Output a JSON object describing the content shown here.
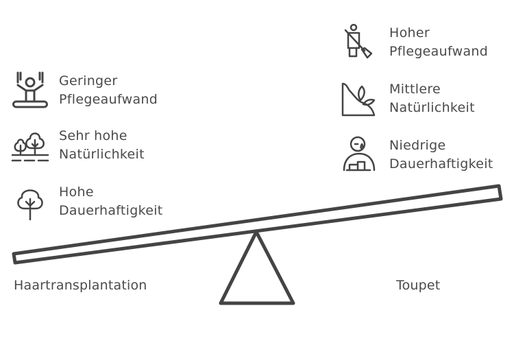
{
  "left": {
    "title": "Haartransplantation",
    "items": [
      {
        "icon": "person-on-swing-icon",
        "line1": "Geringer",
        "line2": "Pflegeaufwand"
      },
      {
        "icon": "trees-landscape-icon",
        "line1": "Sehr hohe",
        "line2": "Natürlichkeit"
      },
      {
        "icon": "tree-icon",
        "line1": "Hohe",
        "line2": "Dauerhaftigkeit"
      }
    ]
  },
  "right": {
    "title": "Toupet",
    "items": [
      {
        "icon": "person-sweeping-icon",
        "line1": "Hoher",
        "line2": "Pflegeaufwand"
      },
      {
        "icon": "plant-on-hill-icon",
        "line1": "Mittlere",
        "line2": "Natürlichkeit"
      },
      {
        "icon": "sad-person-icon",
        "line1": "Niedrige",
        "line2": "Dauerhaftigkeit"
      }
    ]
  },
  "colors": {
    "stroke": "#444444",
    "text": "#4a4a4a",
    "background": "#ffffff"
  }
}
